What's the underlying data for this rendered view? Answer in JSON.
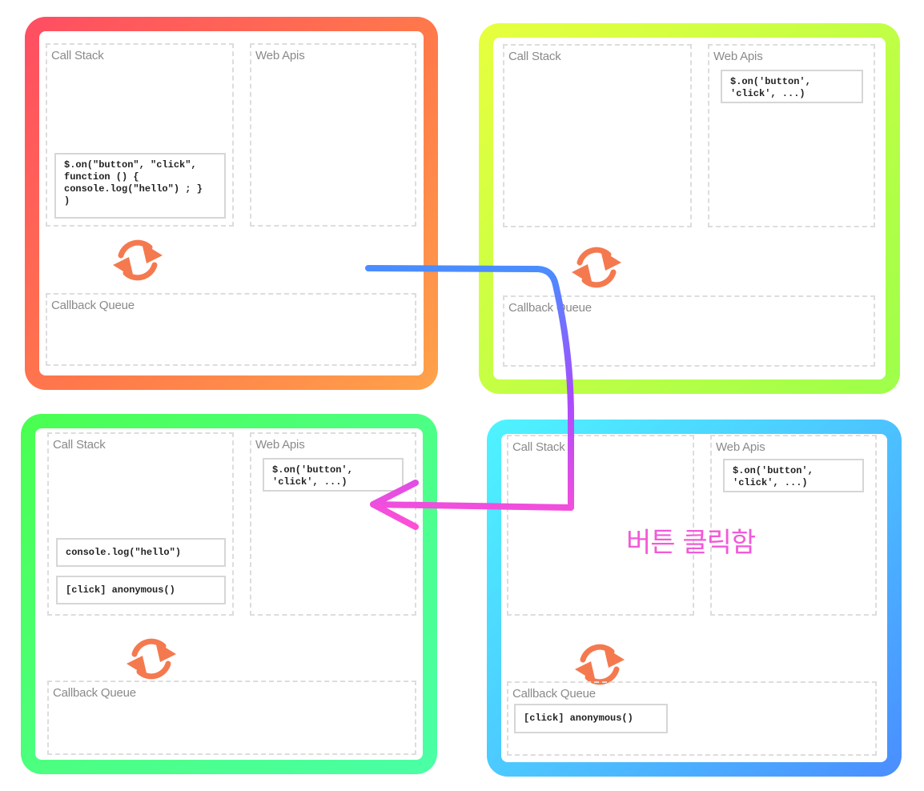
{
  "labels": {
    "call_stack": "Call Stack",
    "web_apis": "Web Apis",
    "callback_queue": "Callback Queue"
  },
  "panels": [
    {
      "call_stack_cards": [
        [
          "$.on(\"button\", \"click\",",
          "function () {",
          "console.log(\"hello\") ; }",
          ")"
        ]
      ],
      "web_api_cards": [],
      "queue_cards": []
    },
    {
      "call_stack_cards": [],
      "web_api_cards": [
        [
          "$.on('button',",
          "'click', ...)"
        ]
      ],
      "queue_cards": []
    },
    {
      "call_stack_cards": [
        [
          "console.log(\"hello\")"
        ],
        [
          "[click] anonymous()"
        ]
      ],
      "web_api_cards": [
        [
          "$.on('button',",
          "'click', ...)"
        ]
      ],
      "queue_cards": []
    },
    {
      "call_stack_cards": [],
      "web_api_cards": [
        [
          "$.on('button',",
          "'click', ...)"
        ]
      ],
      "queue_cards": [
        [
          "[click] anonymous()"
        ]
      ]
    }
  ],
  "caption": "버튼 클릭함",
  "colors": {
    "loop_icon": "#f5794f",
    "arrow_start": "#4a8dff",
    "arrow_mid": "#a94bff",
    "arrow_end": "#ff4fd6",
    "caption": "#f25ad8"
  },
  "icons": [
    "refresh-cycle-icon",
    "flow-arrow"
  ]
}
